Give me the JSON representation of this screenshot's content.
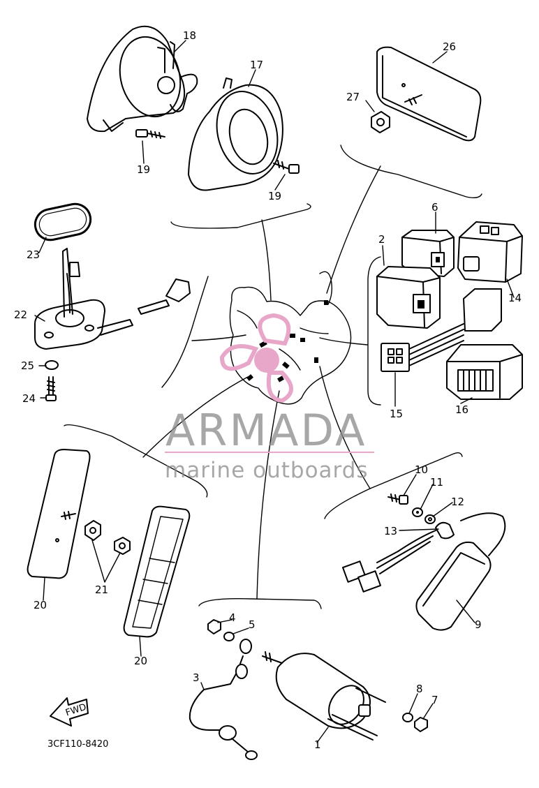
{
  "diagram": {
    "callouts": {
      "c1": "1",
      "c2": "2",
      "c3": "3",
      "c4": "4",
      "c5": "5",
      "c6": "6",
      "c7": "7",
      "c8": "8",
      "c9": "9",
      "c10": "10",
      "c11": "11",
      "c12": "12",
      "c13": "13",
      "c14": "14",
      "c15": "15",
      "c16": "16",
      "c17": "17",
      "c18": "18",
      "c19a": "19",
      "c19b": "19",
      "c20a": "20",
      "c20b": "20",
      "c21": "21",
      "c22": "22",
      "c23": "23",
      "c24": "24",
      "c25": "25",
      "c26": "26",
      "c27": "27"
    },
    "diagram_code": "3CF110-8420",
    "fwd_label": "FWD"
  },
  "watermark": {
    "brand": "ARMADA",
    "tagline": "marine outboards",
    "logo_color": "#e8a6c8",
    "text_color": "#8a8a8a"
  }
}
